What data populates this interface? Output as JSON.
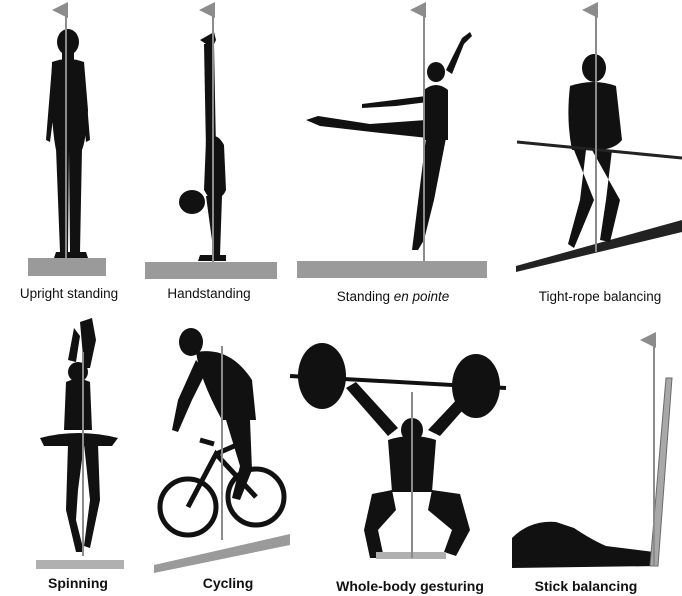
{
  "panels": [
    {
      "label": "Upright standing"
    },
    {
      "label": "Handstanding"
    },
    {
      "label_prefix": "Standing ",
      "label_em": "en pointe"
    },
    {
      "label": "Tight-rope balancing"
    },
    {
      "label": "Spinning"
    },
    {
      "label": "Cycling"
    },
    {
      "label": "Whole-body gesturing"
    },
    {
      "label": "Stick balancing"
    }
  ],
  "colors": {
    "silhouette": "#111111",
    "ground": "#9a9a9a",
    "axis": "#8c8c8c",
    "rope": "#222222",
    "stick": "#a8a8a8"
  }
}
